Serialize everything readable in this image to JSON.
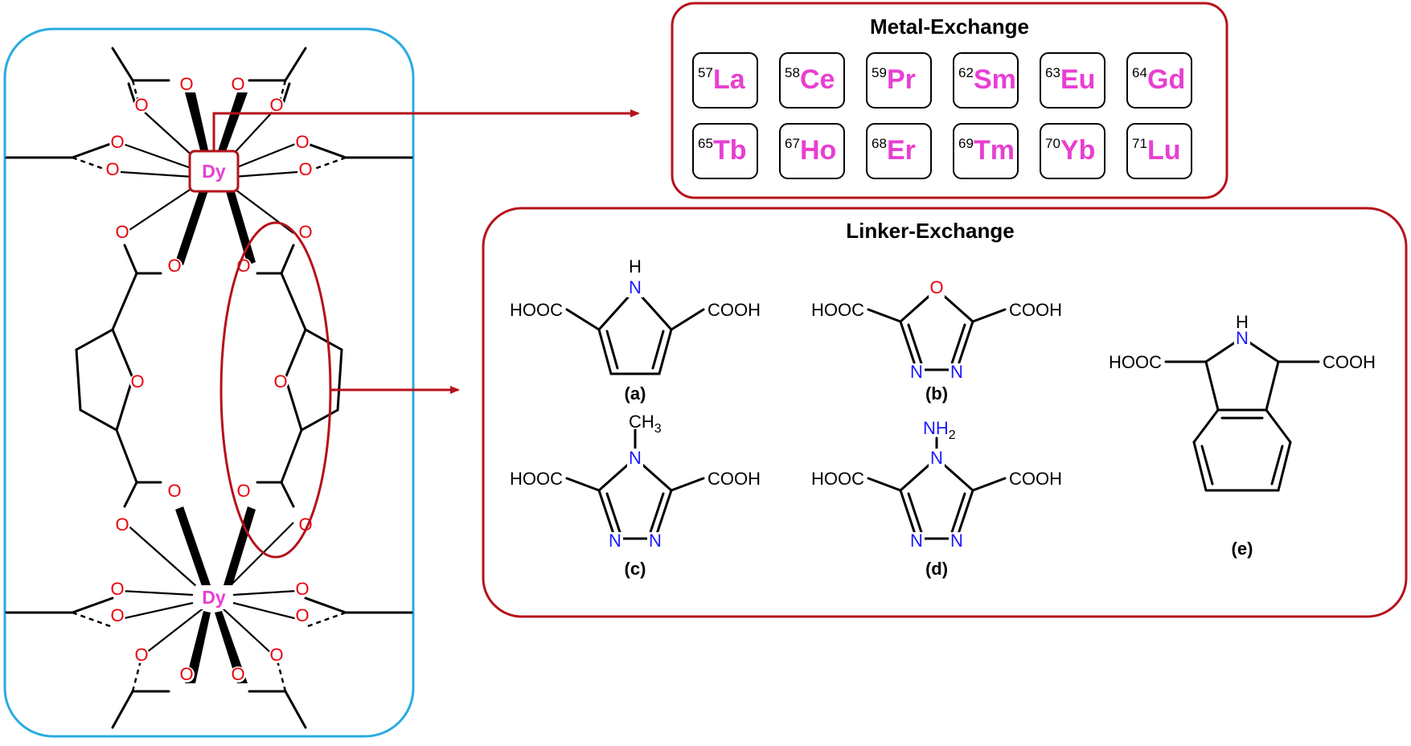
{
  "metal_center_label": "Dy",
  "metal_exchange": {
    "title": "Metal-Exchange",
    "elements": [
      {
        "number": "57",
        "symbol": "La"
      },
      {
        "number": "58",
        "symbol": "Ce"
      },
      {
        "number": "59",
        "symbol": "Pr"
      },
      {
        "number": "62",
        "symbol": "Sm"
      },
      {
        "number": "63",
        "symbol": "Eu"
      },
      {
        "number": "64",
        "symbol": "Gd"
      },
      {
        "number": "65",
        "symbol": "Tb"
      },
      {
        "number": "67",
        "symbol": "Ho"
      },
      {
        "number": "68",
        "symbol": "Er"
      },
      {
        "number": "69",
        "symbol": "Tm"
      },
      {
        "number": "70",
        "symbol": "Yb"
      },
      {
        "number": "71",
        "symbol": "Lu"
      }
    ]
  },
  "linker_exchange": {
    "title": "Linker-Exchange",
    "acid_left": "HOOC",
    "acid_right": "COOH",
    "nh_label": "H",
    "n_label": "N",
    "o_label": "O",
    "methyl_label": "CH",
    "methyl_sub": "3",
    "amino_label": "NH",
    "amino_sub": "2",
    "captions": [
      "(a)",
      "(b)",
      "(c)",
      "(d)",
      "(e)"
    ]
  },
  "colors": {
    "frame_blue": "#29abe2",
    "highlight_red": "#b5121b",
    "metal_pink": "#e83fd1",
    "oxygen_red": "#e8000b",
    "nitrogen_blue": "#1a1aff"
  }
}
